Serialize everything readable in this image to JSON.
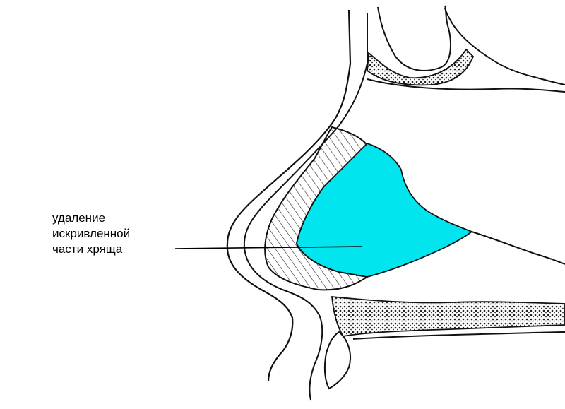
{
  "annotation": {
    "lines": [
      "удаление",
      "искривленной",
      "части хряща"
    ]
  },
  "colors": {
    "removed_cartilage": "#00E5EE",
    "ink": "#111111",
    "background": "#ffffff"
  }
}
